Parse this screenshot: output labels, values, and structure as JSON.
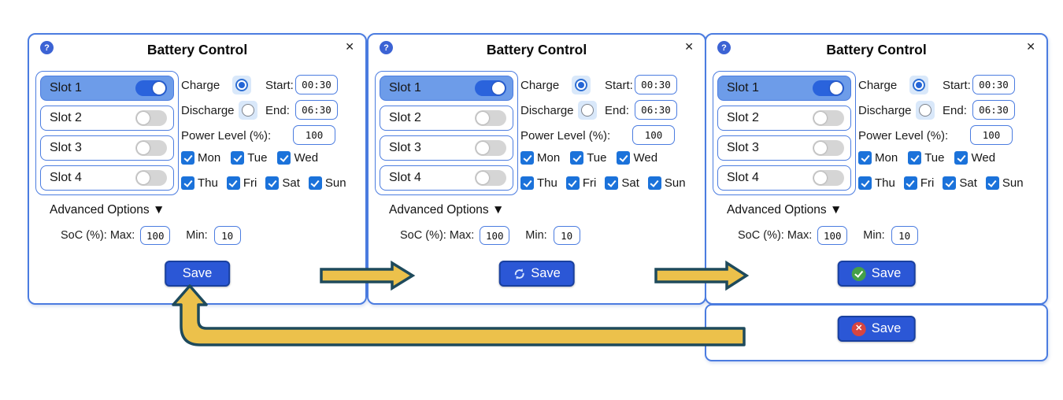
{
  "panel": {
    "help_icon": "?",
    "title": "Battery Control",
    "close_icon": "✕",
    "slots": [
      {
        "label": "Slot 1",
        "enabled": true
      },
      {
        "label": "Slot 2",
        "enabled": false
      },
      {
        "label": "Slot 3",
        "enabled": false
      },
      {
        "label": "Slot 4",
        "enabled": false
      }
    ],
    "charge_label": "Charge",
    "discharge_label": "Discharge",
    "charge_selected": true,
    "start_label": "Start:",
    "start_value": "00:30",
    "end_label": "End:",
    "end_value": "06:30",
    "power_label": "Power Level (%):",
    "power_value": "100",
    "days_row1": [
      "Mon",
      "Tue",
      "Wed"
    ],
    "days_row2": [
      "Thu",
      "Fri",
      "Sat",
      "Sun"
    ],
    "all_days_checked": true,
    "advanced_label": "Advanced Options ▼",
    "soc_max_label": "SoC (%): Max:",
    "soc_max_value": "100",
    "soc_min_label": "Min:",
    "soc_min_value": "10",
    "save_label": "Save"
  },
  "panels": [
    {
      "save_state": "default"
    },
    {
      "save_state": "saving"
    },
    {
      "save_state": "success"
    }
  ],
  "error_box": {
    "save_state": "error",
    "save_label": "Save"
  },
  "colors": {
    "panel_border": "#4b7ce0",
    "slot_selected": "#6d9ce9",
    "toggle_on": "#2a63dc",
    "checkbox_blue": "#1b72da",
    "save_blue": "#2b57d6",
    "success_green": "#45a049",
    "error_red": "#d7453f",
    "arrow_fill": "#ecc14b",
    "arrow_outline": "#1e4a5c"
  }
}
